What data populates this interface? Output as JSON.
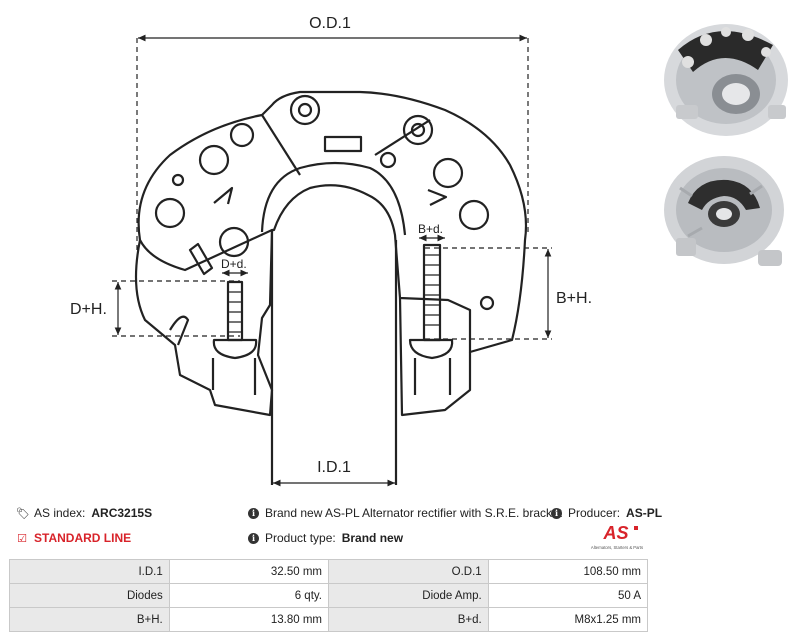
{
  "drawing": {
    "labels": {
      "od": "O.D.1",
      "id": "I.D.1",
      "dh": "D+H.",
      "bh": "B+H.",
      "dd": "D+d.",
      "bd": "B+d."
    }
  },
  "photos": {
    "top_icon": "alternator-rectifier-photo",
    "bottom_icon": "alternator-bracket-photo"
  },
  "info": {
    "index_label": "AS index:",
    "index_value": "ARC3215S",
    "description": "Brand new AS-PL Alternator rectifier with S.R.E. bracket",
    "producer_label": "Producer:",
    "producer_value": "AS-PL",
    "line_label": "STANDARD LINE",
    "product_type_label": "Product type:",
    "product_type_value": "Brand new"
  },
  "logo": {
    "mark": "AS",
    "tagline": "Alternators, Starters & Parts",
    "color": "#d8232a"
  },
  "specs": {
    "rows": [
      {
        "k1": "I.D.1",
        "v1": "32.50 mm",
        "k2": "O.D.1",
        "v2": "108.50 mm"
      },
      {
        "k1": "Diodes",
        "v1": "6 qty.",
        "k2": "Diode Amp.",
        "v2": "50 A"
      },
      {
        "k1": "B+H.",
        "v1": "13.80 mm",
        "k2": "B+d.",
        "v2": "M8x1.25 mm"
      }
    ]
  }
}
